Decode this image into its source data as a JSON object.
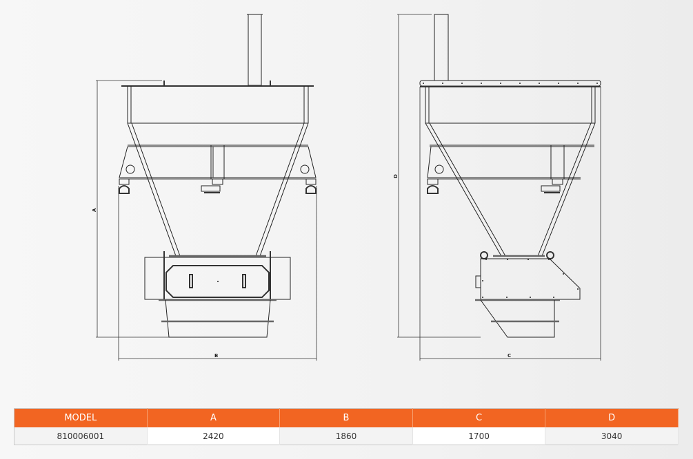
{
  "drawing": {
    "dimension_labels": {
      "a": "A",
      "b": "B",
      "c": "C",
      "d": "D"
    }
  },
  "table": {
    "headers": [
      "MODEL",
      "A",
      "B",
      "C",
      "D"
    ],
    "rows": [
      [
        "810006001",
        "2420",
        "1860",
        "1700",
        "3040"
      ]
    ],
    "header_color": "#f26522"
  }
}
